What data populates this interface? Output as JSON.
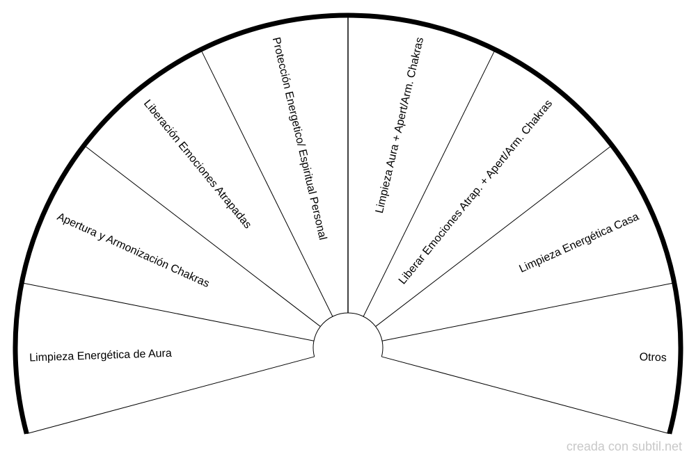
{
  "chart": {
    "sectors": [
      "Limpieza Energética de Aura",
      "Apertura y Armonización Chakras",
      "Liberación Emociones Atrapadas",
      "Protección Energetico/ Espiritual Personal",
      "Limpieza Aura + Apert/Arm. Chakras",
      "Liberar Emociones Atrap.  + Apert/Arm. Chakras",
      "Limpieza Energética Casa",
      "Otros"
    ],
    "span_degrees": 210,
    "colors": {
      "stroke": "#000000",
      "watermark": "#c8c8c8"
    }
  },
  "watermark": "creada con subtil.net"
}
